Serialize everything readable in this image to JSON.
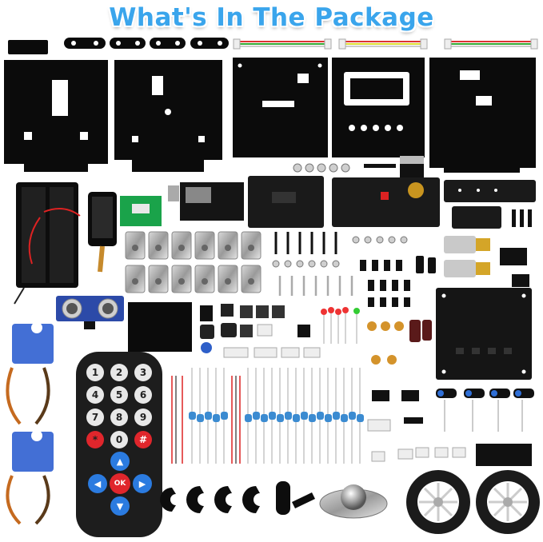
{
  "title": "What's In The Package",
  "remote": {
    "keys": [
      "1",
      "2",
      "3",
      "4",
      "5",
      "6",
      "7",
      "8",
      "9",
      "*",
      "0",
      "#"
    ],
    "ok_label": "OK"
  },
  "colors": {
    "title": "#3aa5ec",
    "acrylic": "#0b0b0b",
    "pcb": "#1a1a1a",
    "servo_blue": "#2f5fd0",
    "wheel_tire": "#1b1b1b",
    "remote_body": "#1d1d1d",
    "remote_arrow": "#2b7be0",
    "remote_ok": "#e0262c"
  },
  "icons": [
    "acrylic-panel",
    "wire-harness",
    "battery-holder",
    "esp32-board",
    "servo-motor",
    "ir-remote",
    "ultrasonic-sensor",
    "gear-motor",
    "wheel",
    "caster-ball"
  ]
}
